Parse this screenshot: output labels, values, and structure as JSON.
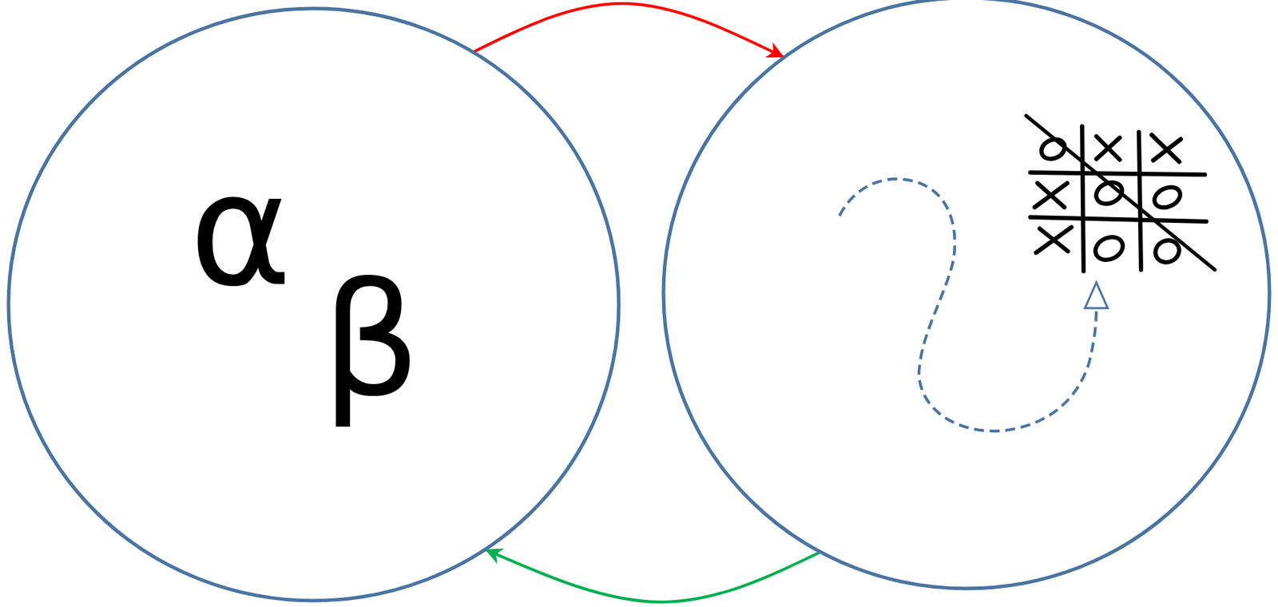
{
  "diagram": {
    "nodes": [
      {
        "text": [
          "α",
          "β"
        ]
      },
      {
        "text": []
      }
    ],
    "edges": [
      {
        "from": 0,
        "to": 1,
        "arrow": "to"
      },
      {
        "from": 1,
        "to": 0,
        "arrow": "to"
      }
    ]
  }
}
